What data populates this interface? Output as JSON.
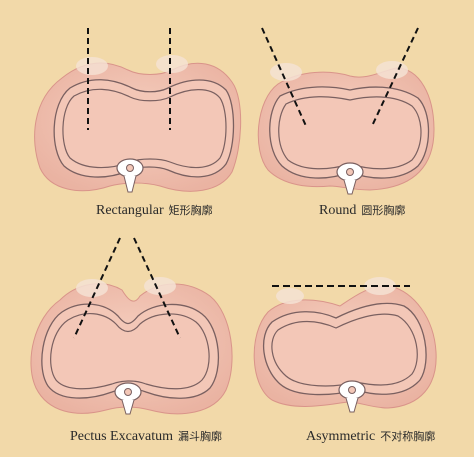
{
  "panels": [
    {
      "id": "rectangular",
      "label_en": "Rectangular",
      "label_zh": "矩形胸廓"
    },
    {
      "id": "round",
      "label_en": "Round",
      "label_zh": "圆形胸廓"
    },
    {
      "id": "pectus-excavatum",
      "label_en": "Pectus Excavatum",
      "label_zh": "漏斗胸廓"
    },
    {
      "id": "asymmetric",
      "label_en": "Asymmetric",
      "label_zh": "不对称胸廓"
    }
  ],
  "colors": {
    "background": "#f2d9a9",
    "chest_outer": "#f1c3b2",
    "chest_edge": "#d9948a",
    "rib_ring": "#ffffff",
    "rib_stroke": "#7a6060",
    "cavity": "#f3c7b7",
    "dashed_line": "#111111",
    "sternum_pad": "#f5e2d4"
  }
}
